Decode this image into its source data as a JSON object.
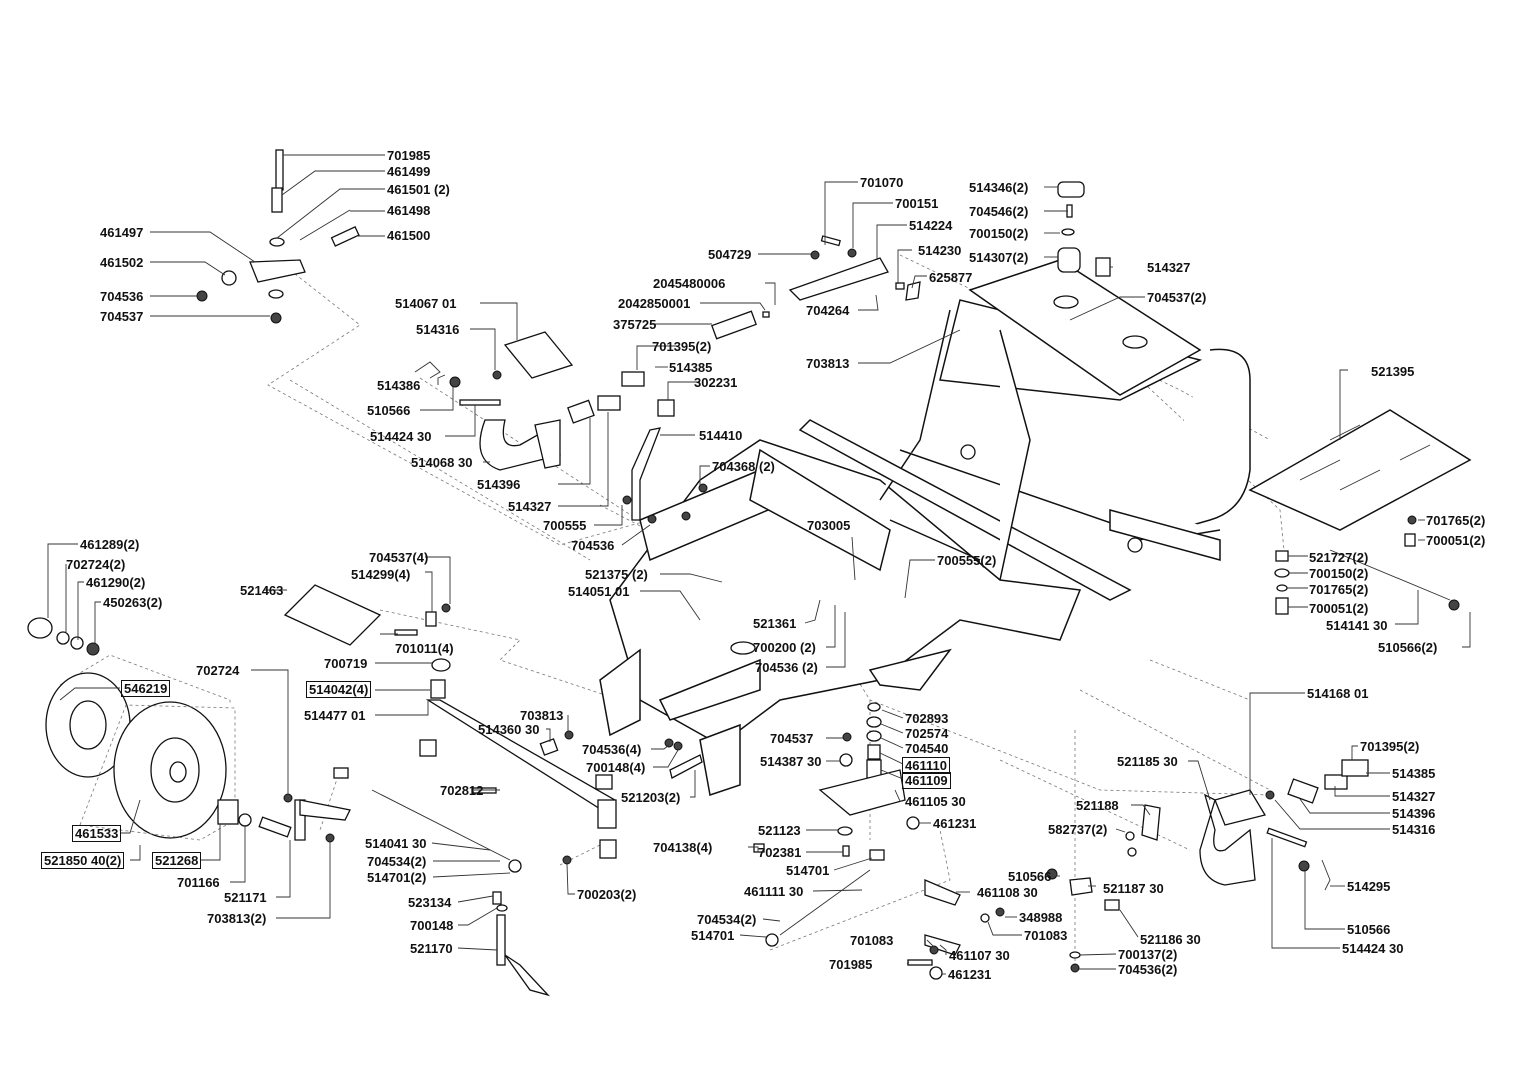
{
  "diagram": {
    "title": "Exploded parts diagram - chassis, steering and pedals",
    "groups": {
      "brake_lever_assembly": [
        "701985",
        "461499",
        "461501 (2)",
        "461498",
        "461497",
        "461500",
        "461502",
        "704536",
        "704537"
      ],
      "left_pedal_assembly": [
        "514067 01",
        "514316",
        "514386",
        "510566",
        "514424 30",
        "514068 30",
        "514396",
        "514327",
        "700555",
        "704536",
        "701395(2)",
        "514385",
        "302231",
        "514410"
      ],
      "parking_brake_handle": [
        "701070",
        "700151",
        "514224",
        "504729",
        "514230",
        "625877",
        "2045480006",
        "2042850001",
        "375725",
        "704264"
      ],
      "seat_frame": [
        "514346(2)",
        "704546(2)",
        "700150(2)",
        "514307(2)",
        "514327",
        "704537(2)",
        "703813"
      ],
      "seat_plate": [
        "521395",
        "701765(2)",
        "700051(2)",
        "521727(2)",
        "700150(2)",
        "701765(2)",
        "700051(2)",
        "514141 30",
        "510566(2)"
      ],
      "front_wheel": [
        "461289(2)",
        "702724(2)",
        "461290(2)",
        "450263(2)",
        "546219",
        "461533",
        "521850 40(2)",
        "521268",
        "701166",
        "521171",
        "703813(2)",
        "702724"
      ],
      "front_axle": [
        "521463",
        "704537(4)",
        "514299(4)",
        "701011(4)",
        "700719",
        "514042(4)",
        "514477 01",
        "514360 30",
        "703813",
        "702812",
        "521203(2)",
        "704536(4)",
        "700148(4)",
        "704138(4)"
      ],
      "tie_rod_left": [
        "514041 30",
        "704534(2)",
        "514701(2)",
        "523134",
        "700148",
        "521170",
        "700203(2)"
      ],
      "chassis": [
        "704368 (2)",
        "703005",
        "700555(2)",
        "521375 (2)",
        "514051 01",
        "521361",
        "700200 (2)",
        "704536 (2)"
      ],
      "steering_sector": [
        "702893",
        "702574",
        "704540",
        "461110",
        "461109",
        "461105 30",
        "461231",
        "704537",
        "514387 30",
        "521123",
        "702381",
        "514701",
        "461111 30",
        "704534(2)",
        "514701",
        "461108 30",
        "348988",
        "701083",
        "461107 30",
        "701083",
        "701985",
        "461231"
      ],
      "right_pedal_assembly": [
        "514168 01",
        "701395(2)",
        "514385",
        "514327",
        "514396",
        "514316",
        "521185 30",
        "521188",
        "582737(2)",
        "521187 30",
        "521186 30",
        "510566",
        "700137(2)",
        "704536(2)",
        "514295",
        "510566",
        "514424 30"
      ]
    },
    "labels": {
      "l701985": "701985",
      "l461499": "461499",
      "l461501": "461501 (2)",
      "l461498": "461498",
      "l461497": "461497",
      "l461500": "461500",
      "l461502": "461502",
      "l704536a": "704536",
      "l704537a": "704537",
      "l701070": "701070",
      "l700151": "700151",
      "l514224": "514224",
      "l504729": "504729",
      "l514230": "514230",
      "l625877": "625877",
      "l2045480006": "2045480006",
      "l2042850001": "2042850001",
      "l375725": "375725",
      "l704264": "704264",
      "l703813a": "703813",
      "l514346": "514346(2)",
      "l704546": "704546(2)",
      "l700150a": "700150(2)",
      "l514307": "514307(2)",
      "l514327a": "514327",
      "l704537b": "704537(2)",
      "l514067": "514067 01",
      "l514316a": "514316",
      "l514386": "514386",
      "l510566a": "510566",
      "l514424a": "514424 30",
      "l514068": "514068 30",
      "l514396a": "514396",
      "l514327b": "514327",
      "l700555a": "700555",
      "l704536b": "704536",
      "l701395a": "701395(2)",
      "l514385a": "514385",
      "l302231": "302231",
      "l514410": "514410",
      "l704368": "704368 (2)",
      "l521395": "521395",
      "l701765a": "701765(2)",
      "l700051a": "700051(2)",
      "l521727": "521727(2)",
      "l700150b": "700150(2)",
      "l701765b": "701765(2)",
      "l700051b": "700051(2)",
      "l514141": "514141 30",
      "l510566b": "510566(2)",
      "l703005": "703005",
      "l700555b": "700555(2)",
      "l521375": "521375 (2)",
      "l514051": "514051 01",
      "l521361": "521361",
      "l700200": "700200 (2)",
      "l704536c": "704536 (2)",
      "l461289": "461289(2)",
      "l702724a": "702724(2)",
      "l461290": "461290(2)",
      "l450263": "450263(2)",
      "l546219": "546219",
      "l461533": "461533",
      "l521850": "521850 40(2)",
      "l521268": "521268",
      "l701166": "701166",
      "l521171": "521171",
      "l703813b": "703813(2)",
      "l702724b": "702724",
      "l521463": "521463",
      "l704537c": "704537(4)",
      "l514299": "514299(4)",
      "l701011": "701011(4)",
      "l700719": "700719",
      "l514042": "514042(4)",
      "l514477": "514477 01",
      "l514360": "514360 30",
      "l703813c": "703813",
      "l702812": "702812",
      "l704536d": "704536(4)",
      "l700148a": "700148(4)",
      "l521203": "521203(2)",
      "l704138": "704138(4)",
      "l514041": "514041 30",
      "l704534a": "704534(2)",
      "l514701a": "514701(2)",
      "l523134": "523134",
      "l700148b": "700148",
      "l521170": "521170",
      "l700203": "700203(2)",
      "l702893": "702893",
      "l702574": "702574",
      "l704540": "704540",
      "l461110": "461110",
      "l461109": "461109",
      "l461105": "461105 30",
      "l461231a": "461231",
      "l704537d": "704537",
      "l514387": "514387 30",
      "l521123": "521123",
      "l702381": "702381",
      "l514701b": "514701",
      "l461111": "461111 30",
      "l704534b": "704534(2)",
      "l514701c": "514701",
      "l461108": "461108 30",
      "l348988": "348988",
      "l701083a": "701083",
      "l461107": "461107 30",
      "l701083b": "701083",
      "l701985b": "701985",
      "l461231b": "461231",
      "l514168": "514168 01",
      "l701395b": "701395(2)",
      "l514385b": "514385",
      "l514327c": "514327",
      "l514396b": "514396",
      "l514316b": "514316",
      "l521185": "521185 30",
      "l521188": "521188",
      "l582737": "582737(2)",
      "l521187": "521187 30",
      "l521186": "521186 30",
      "l510566c": "510566",
      "l700137": "700137(2)",
      "l704536e": "704536(2)",
      "l514295": "514295",
      "l510566d": "510566",
      "l514424b": "514424 30"
    }
  }
}
